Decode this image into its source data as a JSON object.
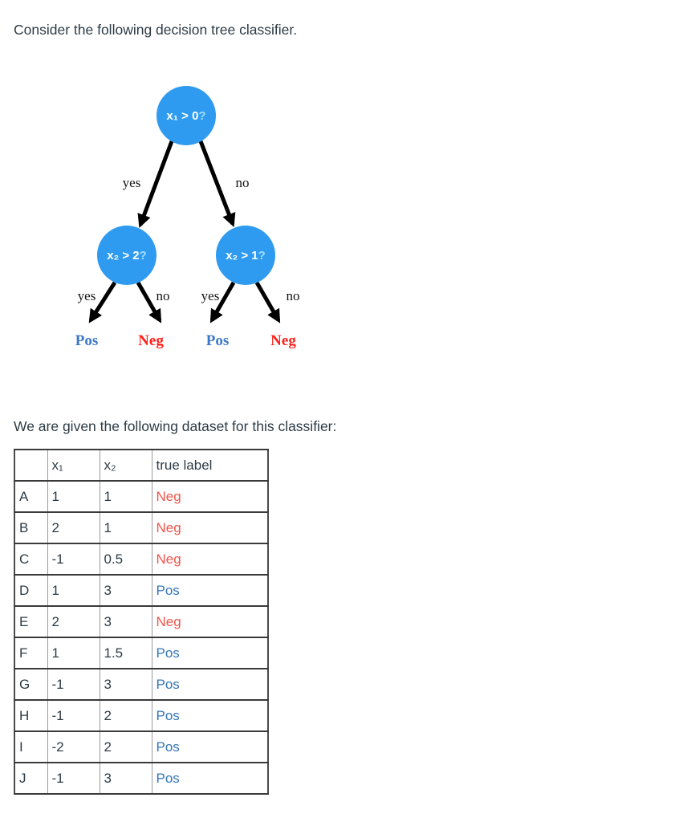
{
  "page": {
    "title": "Consider the following decision tree classifier.",
    "dataset_intro": "We are given the following dataset for this classifier:"
  },
  "tree": {
    "qmark": "?",
    "nodes": [
      {
        "question": "x₁ > 0"
      },
      {
        "question": "x₂ > 2"
      },
      {
        "question": "x₂ > 1"
      }
    ],
    "edge_labels": {
      "yes": "yes",
      "no": "no"
    },
    "leaves": [
      {
        "label": "Pos"
      },
      {
        "label": "Neg"
      },
      {
        "label": "Pos"
      },
      {
        "label": "Neg"
      }
    ],
    "colors": {
      "node_fill": "#2F9BF0",
      "qmark": "#9FDFF7",
      "pos": "#3C78C8",
      "neg": "#FF211A",
      "edge": "#000000"
    }
  },
  "table": {
    "headers": [
      "",
      "x₁",
      "x₂",
      "true label"
    ],
    "rows": [
      {
        "id": "A",
        "x1": "1",
        "x2": "1",
        "label": "Neg"
      },
      {
        "id": "B",
        "x1": "2",
        "x2": "1",
        "label": "Neg"
      },
      {
        "id": "C",
        "x1": "-1",
        "x2": "0.5",
        "label": "Neg"
      },
      {
        "id": "D",
        "x1": "1",
        "x2": "3",
        "label": "Pos"
      },
      {
        "id": "E",
        "x1": "2",
        "x2": "3",
        "label": "Neg"
      },
      {
        "id": "F",
        "x1": "1",
        "x2": "1.5",
        "label": "Pos"
      },
      {
        "id": "G",
        "x1": "-1",
        "x2": "3",
        "label": "Pos"
      },
      {
        "id": "H",
        "x1": "-1",
        "x2": "2",
        "label": "Pos"
      },
      {
        "id": "I",
        "x1": "-2",
        "x2": "2",
        "label": "Pos"
      },
      {
        "id": "J",
        "x1": "-1",
        "x2": "3",
        "label": "Pos"
      }
    ],
    "colors": {
      "pos": "#3474BA",
      "neg": "#F0544A"
    }
  }
}
